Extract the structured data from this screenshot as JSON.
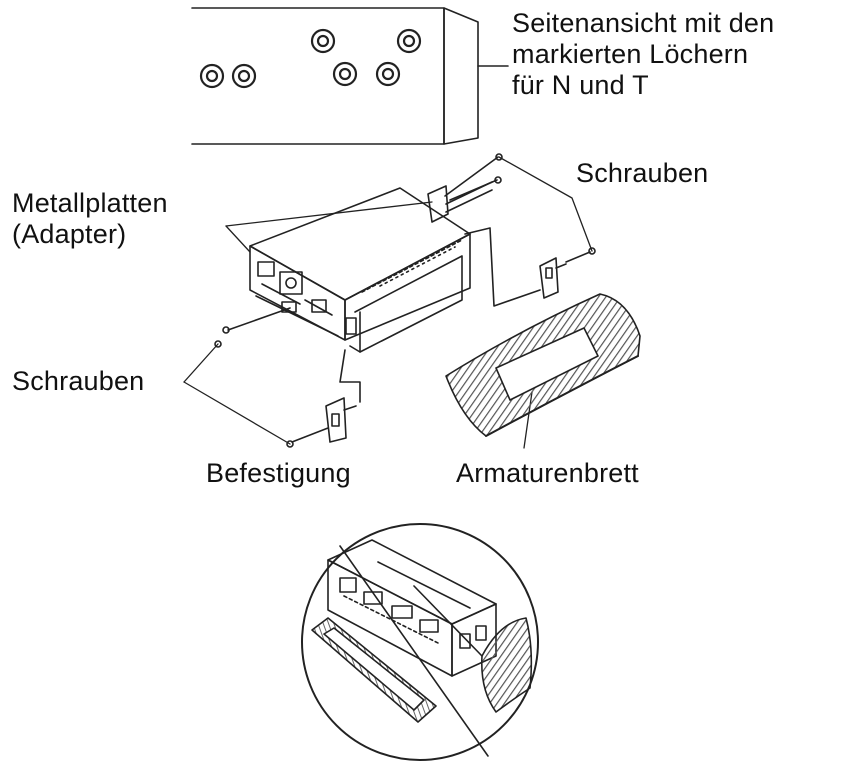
{
  "labels": {
    "side_view": {
      "line1": "Seitenansicht mit den",
      "line2": "markierten Löchern",
      "line3": "für N und T"
    },
    "metal_plates": {
      "line1": "Metallplatten",
      "line2": "(Adapter)"
    },
    "screws_right": "Schrauben",
    "screws_left": "Schrauben",
    "bracket": "Befestigung",
    "dashboard": "Armaturenbrett"
  },
  "colors": {
    "ink": "#111111",
    "background": "#ffffff",
    "hatch": "#555555"
  }
}
